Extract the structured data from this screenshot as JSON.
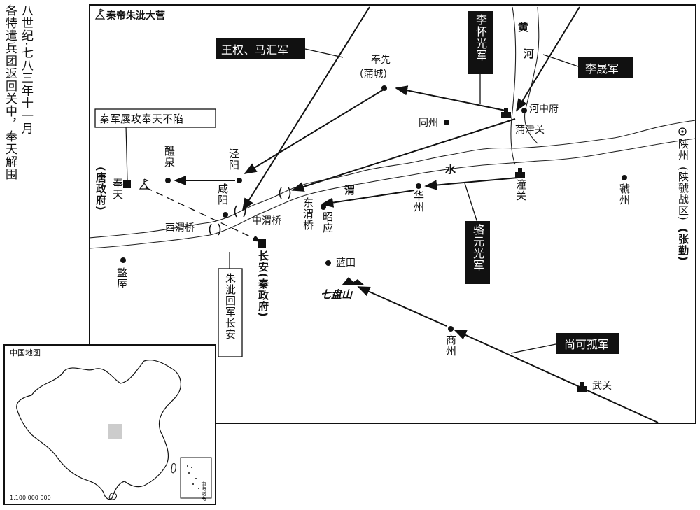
{
  "title": {
    "col1": "八世纪·七八三年十一月",
    "col2": "各特遣兵团返回关中，奉天解围"
  },
  "legend": {
    "text": "秦帝朱泚大营"
  },
  "rivers": {
    "huanghe": "黄河",
    "wei_1": "水",
    "wei_2": "渭"
  },
  "places": {
    "fengxian": "奉先",
    "fengxian_alt": "(蒲城)",
    "tongzhou": "同州",
    "hezhongfu": "河中府",
    "pujinguan": "蒲津关",
    "shanzhou": "陕州",
    "shanzhou_note": "(陕虢战区)",
    "shanzhou_who": "(张勤)",
    "liquan": "醴泉",
    "jingyang": "泾阳",
    "xianyang": "咸阳",
    "fengtian": "奉天",
    "fengtian_note": "(唐政府)",
    "xiweiqiao": "西渭桥",
    "zhongweiqiao": "中渭桥",
    "dongweiqiao": "东渭桥",
    "zhaoying": "昭应",
    "huazhou": "华州",
    "tongguan": "潼关",
    "guozhou": "虢州",
    "zhouzhi": "盩厔",
    "changan": "长安",
    "changan_note": "(秦政府)",
    "lantian": "蓝田",
    "qipanshan": "七盘山",
    "shangzhou": "商州",
    "wuguan": "武关"
  },
  "armies": {
    "wangquan": "王权、马汇军",
    "lihuaiguang": "李怀光军",
    "lisheng": "李晟军",
    "luoyuanguang": "骆元光军",
    "shangkegu": "尚可孤军"
  },
  "notes": {
    "fengtian_siege": "秦军屡攻奉天不陷",
    "zhuci_return": "朱泚回军长安"
  },
  "inset": {
    "title": "中国地图",
    "scale": "1:100 000 000",
    "sea_label": "南海诸岛"
  }
}
